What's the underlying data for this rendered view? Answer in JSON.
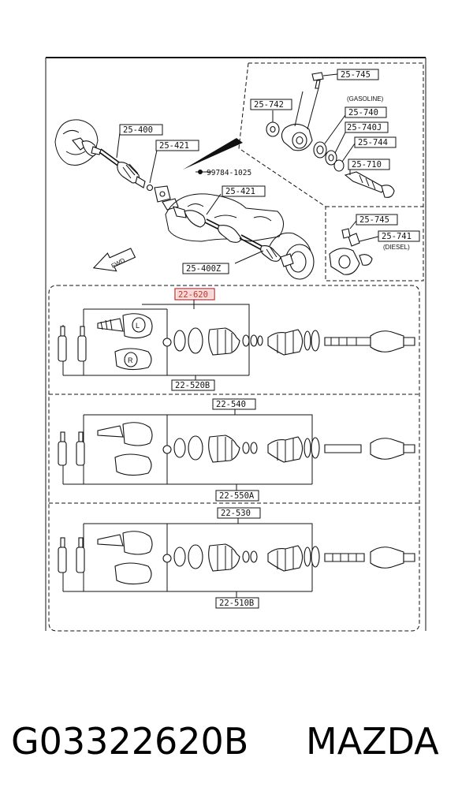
{
  "labels": {
    "p25_745_top": "25-745",
    "p25_742": "25-742",
    "gasoline": "(GASOLINE)",
    "p25_740": "25-740",
    "p25_740j": "25-740J",
    "p25_744": "25-744",
    "p25_710": "25-710",
    "p25_400": "25-400",
    "p25_421_a": "25-421",
    "p99784": "99784-1025",
    "p25_421_b": "25-421",
    "p25_745_bot": "25-745",
    "p25_741": "25-741",
    "diesel": "(DIESEL)",
    "p25_400z": "25-400Z",
    "fwd": "FWD",
    "p22_620": "22-620",
    "p22_520b": "22-520B",
    "p22_540": "22-540",
    "p22_550a": "22-550A",
    "p22_530": "22-530",
    "p22_510b": "22-510B",
    "mark_l": "L",
    "mark_r": "R"
  },
  "caption": {
    "part_number": "G03322620B",
    "brand": "MAZDA"
  },
  "colors": {
    "highlight": "#e23a3a",
    "ink": "#111111"
  }
}
